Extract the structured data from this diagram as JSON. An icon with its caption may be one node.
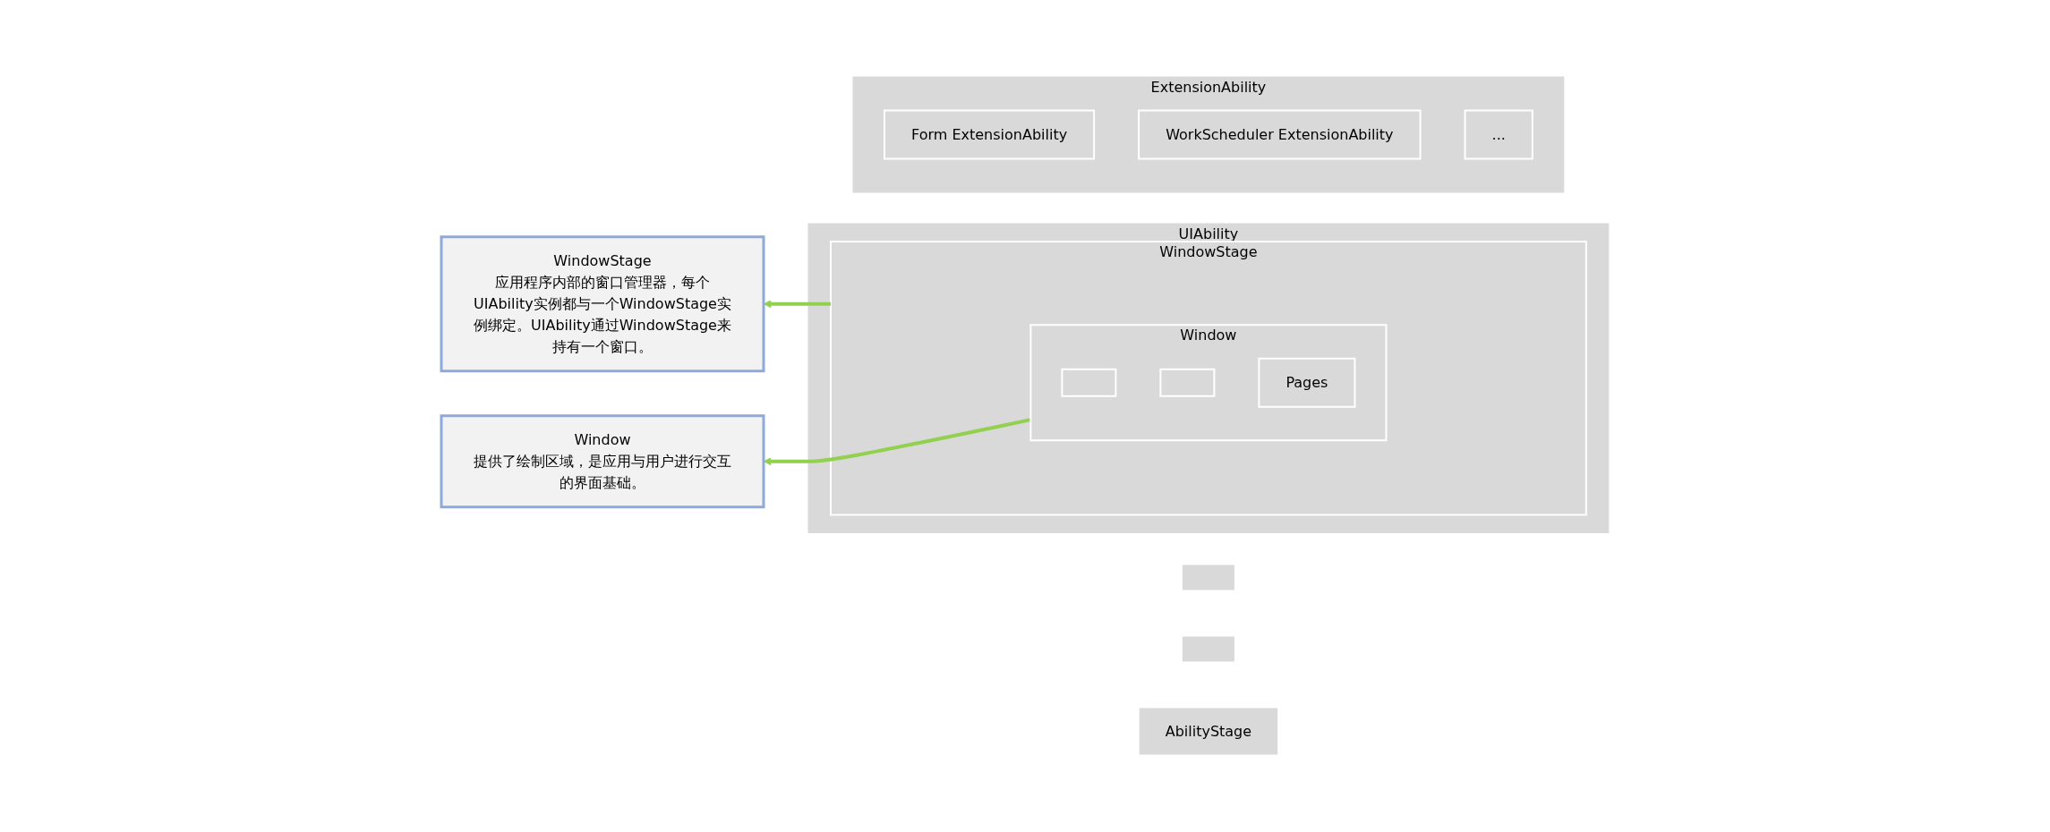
{
  "diagram": {
    "nodes": [
      {
        "text": [
          "WindowStage",
          "应用程序内部的窗口管理器，每个UIAbility实例都与一个WindowStage实例绑定。UIAbility通过WindowStage来持有一个窗口。"
        ]
      },
      {
        "text": [
          "Window",
          "提供了绘制区域，是应用与用户进行交互的界面基础。"
        ]
      },
      {
        "text": [
          "UIAbility"
        ]
      },
      {
        "text": [
          "WindowStage"
        ],
        "in": 2
      },
      {
        "text": [
          "Window"
        ],
        "in": 3
      },
      {
        "text": [],
        "shape": "box",
        "in": 4
      },
      {
        "text": [],
        "shape": "box",
        "in": 4
      },
      {
        "text": [
          "Pages"
        ],
        "in": 4
      },
      {
        "text": [
          "ExtensionAbility"
        ]
      },
      {
        "text": [
          "Form ExtensionAbility"
        ],
        "in": 8
      },
      {
        "text": [
          "WorkScheduler ExtensionAbility"
        ],
        "in": 8
      },
      {
        "text": [
          "..."
        ],
        "in": 8
      },
      {
        "text": [],
        "shape": "box"
      },
      {
        "text": [],
        "shape": "box"
      },
      {
        "text": [
          "AbilityStage"
        ]
      }
    ],
    "edges": [
      {
        "from": 3,
        "to": 0,
        "arrow": "to"
      },
      {
        "from": 4,
        "to": 1,
        "arrow": "to"
      }
    ]
  }
}
